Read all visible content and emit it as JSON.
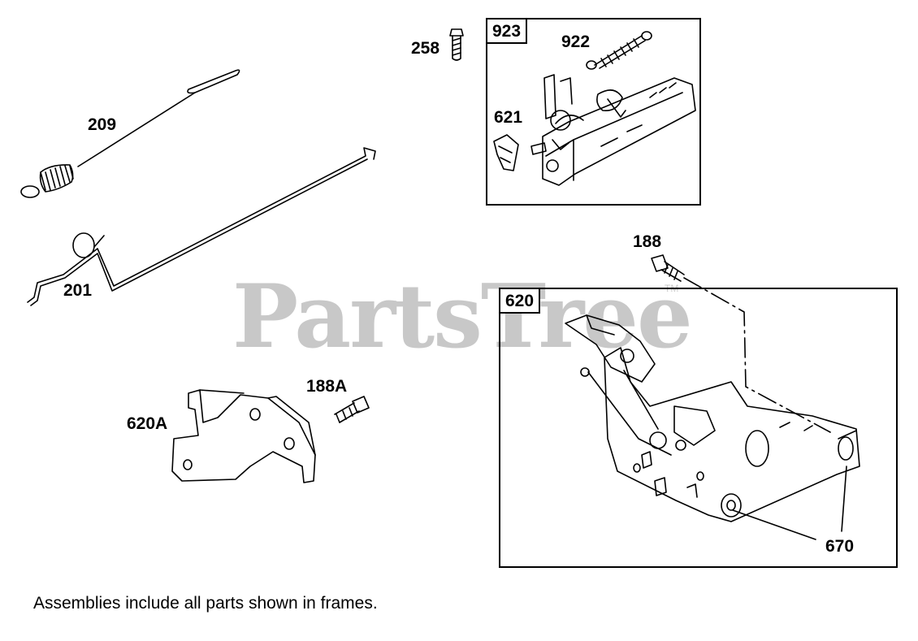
{
  "watermark": {
    "text": "PartsTree",
    "trademark": "TM"
  },
  "frames": [
    {
      "tag": "923"
    },
    {
      "tag": "620"
    }
  ],
  "parts": [
    {
      "label": "258"
    },
    {
      "label": "922"
    },
    {
      "label": "621"
    },
    {
      "label": "209"
    },
    {
      "label": "201"
    },
    {
      "label": "188"
    },
    {
      "label": "188A"
    },
    {
      "label": "620A"
    },
    {
      "label": "670"
    }
  ],
  "note": "Assemblies include all parts shown in frames.",
  "colors": {
    "line": "#000000",
    "watermark": "#c8c8c8",
    "background": "#ffffff"
  }
}
